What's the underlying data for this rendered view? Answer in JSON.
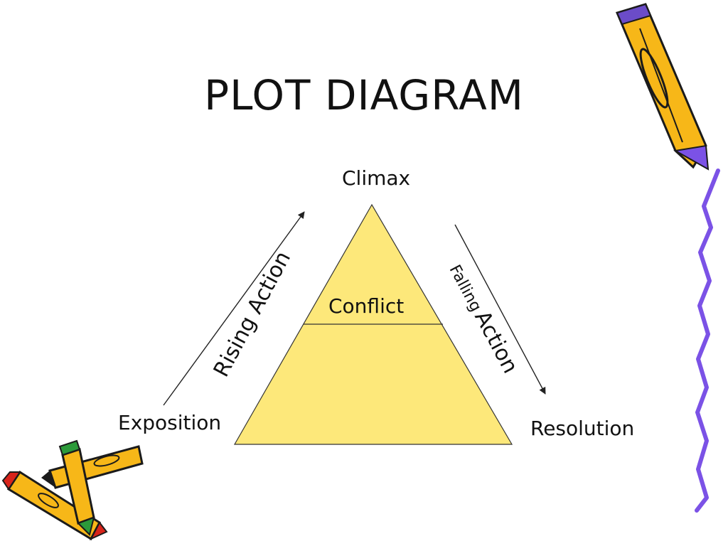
{
  "title": "PLOT DIAGRAM",
  "labels": {
    "climax": "Climax",
    "conflict": "Conflict",
    "exposition": "Exposition",
    "resolution": "Resolution",
    "rising_action": "Rising Action",
    "falling": "Falling",
    "action": "Action"
  },
  "colors": {
    "triangle_fill": "#fde87a",
    "line": "#222222",
    "wave": "#7b52e6",
    "pencil_body": "#f7b718",
    "pencil_tip_purple": "#7b52e6",
    "pencil_tip_red": "#d8241b",
    "pencil_tip_green": "#2c9a3a"
  },
  "icons": [
    "pencil-icon",
    "crossed-pencils-icon"
  ]
}
